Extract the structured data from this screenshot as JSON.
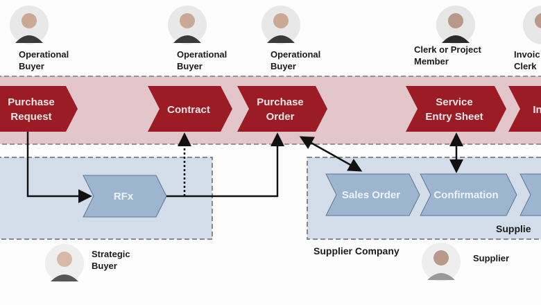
{
  "roles": {
    "operational_buyer_1": [
      "Operational",
      "Buyer"
    ],
    "operational_buyer_2": [
      "Operational",
      "Buyer"
    ],
    "operational_buyer_3": [
      "Operational",
      "Buyer"
    ],
    "clerk": [
      "Clerk or Project",
      "Member"
    ],
    "invoice_clerk": [
      "Invoic",
      "Clerk"
    ],
    "strategic_buyer": [
      "Strategic",
      "Buyer"
    ],
    "supplier": "Supplier"
  },
  "buyer_steps": [
    [
      "Purchase",
      "Request"
    ],
    [
      "Contract"
    ],
    [
      "Purchase",
      "Order"
    ],
    [
      "Service",
      "Entry Sheet"
    ],
    [
      "In"
    ]
  ],
  "sourcing_steps": [
    "RFx"
  ],
  "supplier_steps": [
    "Sales Order",
    "Confirmation"
  ],
  "labels": {
    "supplier_company": "Supplier Company",
    "supplier_zone": "Supplie"
  },
  "colors": {
    "buyer_band": "#e2c6c9",
    "buyer_step": "#9b1c25",
    "supplier_band": "#d3dde9",
    "supplier_step": "#9db5cf"
  }
}
